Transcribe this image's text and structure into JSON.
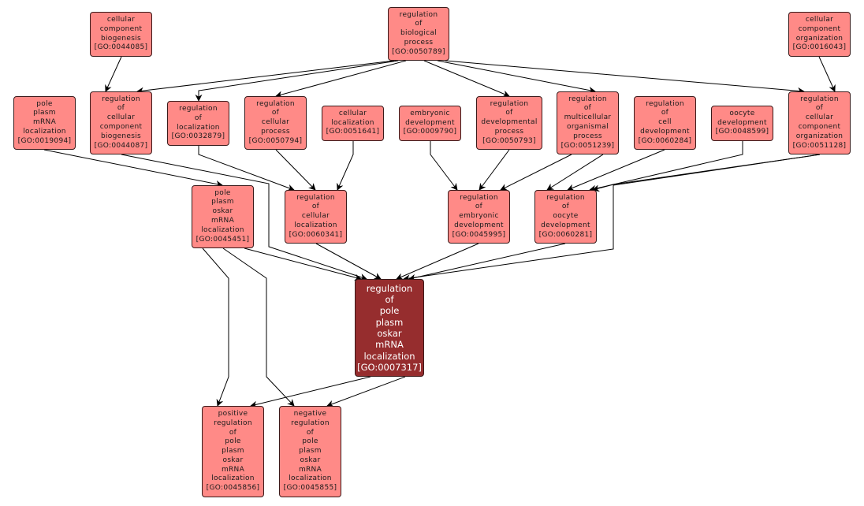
{
  "diagram": {
    "title": "GO term ancestry graph for regulation of pole plasm oskar mRNA localization",
    "colors": {
      "node_fill": "#ff8a87",
      "focus_fill": "#962d2e",
      "edge": "#000000",
      "background": "#ffffff"
    },
    "nodes": [
      {
        "id": "GO:0044085",
        "lines": [
          "cellular",
          "component",
          "biogenesis",
          "[GO:0044085]"
        ]
      },
      {
        "id": "GO:0050789",
        "lines": [
          "regulation",
          "of",
          "biological",
          "process",
          "[GO:0050789]"
        ]
      },
      {
        "id": "GO:0016043",
        "lines": [
          "cellular",
          "component",
          "organization",
          "[GO:0016043]"
        ]
      },
      {
        "id": "GO:0019094",
        "lines": [
          "pole",
          "plasm",
          "mRNA",
          "localization",
          "[GO:0019094]"
        ]
      },
      {
        "id": "GO:0044087",
        "lines": [
          "regulation",
          "of",
          "cellular",
          "component",
          "biogenesis",
          "[GO:0044087]"
        ]
      },
      {
        "id": "GO:0032879",
        "lines": [
          "regulation",
          "of",
          "localization",
          "[GO:0032879]"
        ]
      },
      {
        "id": "GO:0050794",
        "lines": [
          "regulation",
          "of",
          "cellular",
          "process",
          "[GO:0050794]"
        ]
      },
      {
        "id": "GO:0051641",
        "lines": [
          "cellular",
          "localization",
          "[GO:0051641]"
        ]
      },
      {
        "id": "GO:0009790",
        "lines": [
          "embryonic",
          "development",
          "[GO:0009790]"
        ]
      },
      {
        "id": "GO:0050793",
        "lines": [
          "regulation",
          "of",
          "developmental",
          "process",
          "[GO:0050793]"
        ]
      },
      {
        "id": "GO:0051239",
        "lines": [
          "regulation",
          "of",
          "multicellular",
          "organismal",
          "process",
          "[GO:0051239]"
        ]
      },
      {
        "id": "GO:0060284",
        "lines": [
          "regulation",
          "of",
          "cell",
          "development",
          "[GO:0060284]"
        ]
      },
      {
        "id": "GO:0048599",
        "lines": [
          "oocyte",
          "development",
          "[GO:0048599]"
        ]
      },
      {
        "id": "GO:0051128",
        "lines": [
          "regulation",
          "of",
          "cellular",
          "component",
          "organization",
          "[GO:0051128]"
        ]
      },
      {
        "id": "GO:0045451",
        "lines": [
          "pole",
          "plasm",
          "oskar",
          "mRNA",
          "localization",
          "[GO:0045451]"
        ]
      },
      {
        "id": "GO:0060341",
        "lines": [
          "regulation",
          "of",
          "cellular",
          "localization",
          "[GO:0060341]"
        ]
      },
      {
        "id": "GO:0045995",
        "lines": [
          "regulation",
          "of",
          "embryonic",
          "development",
          "[GO:0045995]"
        ]
      },
      {
        "id": "GO:0060281",
        "lines": [
          "regulation",
          "of",
          "oocyte",
          "development",
          "[GO:0060281]"
        ]
      },
      {
        "id": "GO:0007317",
        "focus": true,
        "lines": [
          "regulation",
          "of",
          "pole",
          "plasm",
          "oskar",
          "mRNA",
          "localization",
          "[GO:0007317]"
        ]
      },
      {
        "id": "GO:0045856",
        "lines": [
          "positive",
          "regulation",
          "of",
          "pole",
          "plasm",
          "oskar",
          "mRNA",
          "localization",
          "[GO:0045856]"
        ]
      },
      {
        "id": "GO:0045855",
        "lines": [
          "negative",
          "regulation",
          "of",
          "pole",
          "plasm",
          "oskar",
          "mRNA",
          "localization",
          "[GO:0045855]"
        ]
      }
    ],
    "edges": [
      {
        "from": "GO:0044085",
        "to": "GO:0044087"
      },
      {
        "from": "GO:0050789",
        "to": "GO:0044087"
      },
      {
        "from": "GO:0050789",
        "to": "GO:0032879"
      },
      {
        "from": "GO:0050789",
        "to": "GO:0050794"
      },
      {
        "from": "GO:0050789",
        "to": "GO:0050793"
      },
      {
        "from": "GO:0050789",
        "to": "GO:0051239"
      },
      {
        "from": "GO:0050789",
        "to": "GO:0051128"
      },
      {
        "from": "GO:0016043",
        "to": "GO:0051128"
      },
      {
        "from": "GO:0019094",
        "to": "GO:0045451"
      },
      {
        "from": "GO:0044087",
        "to": "GO:0007317"
      },
      {
        "from": "GO:0032879",
        "to": "GO:0060341"
      },
      {
        "from": "GO:0050794",
        "to": "GO:0060341"
      },
      {
        "from": "GO:0051641",
        "to": "GO:0060341"
      },
      {
        "from": "GO:0009790",
        "to": "GO:0045995"
      },
      {
        "from": "GO:0050793",
        "to": "GO:0045995"
      },
      {
        "from": "GO:0051239",
        "to": "GO:0045995"
      },
      {
        "from": "GO:0051239",
        "to": "GO:0060281"
      },
      {
        "from": "GO:0060284",
        "to": "GO:0060281"
      },
      {
        "from": "GO:0048599",
        "to": "GO:0060281"
      },
      {
        "from": "GO:0051128",
        "to": "GO:0060281"
      },
      {
        "from": "GO:0051128",
        "to": "GO:0007317"
      },
      {
        "from": "GO:0045451",
        "to": "GO:0007317"
      },
      {
        "from": "GO:0060341",
        "to": "GO:0007317"
      },
      {
        "from": "GO:0045995",
        "to": "GO:0007317"
      },
      {
        "from": "GO:0060281",
        "to": "GO:0007317"
      },
      {
        "from": "GO:0045451",
        "to": "GO:0045856"
      },
      {
        "from": "GO:0045451",
        "to": "GO:0045855"
      },
      {
        "from": "GO:0007317",
        "to": "GO:0045856"
      },
      {
        "from": "GO:0007317",
        "to": "GO:0045855"
      }
    ]
  }
}
